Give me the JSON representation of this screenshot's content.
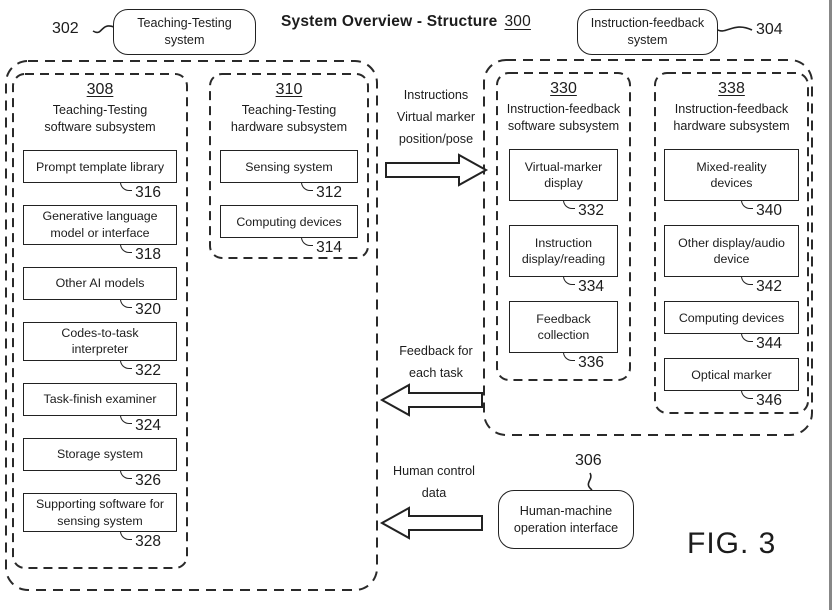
{
  "title": {
    "main": "System Overview - Structure",
    "ref": "300"
  },
  "fig_label": "FIG. 3",
  "colors": {
    "ink": "#1c1c1c",
    "box_border": "#222222",
    "page_edge": "#878787",
    "background": "#ffffff"
  },
  "callouts": {
    "teaching_testing_system": {
      "ref": "302",
      "lines": [
        "Teaching-Testing",
        "system"
      ]
    },
    "instruction_feedback_system": {
      "ref": "304",
      "lines": [
        "Instruction-feedback",
        "system"
      ]
    },
    "human_machine_interface": {
      "ref": "306",
      "lines": [
        "Human-machine",
        "operation interface"
      ]
    }
  },
  "groups": [
    {
      "ref": "308",
      "title_lines": [
        "Teaching-Testing",
        "software subsystem"
      ],
      "items": [
        {
          "ref": "316",
          "lines": [
            "Prompt template library"
          ]
        },
        {
          "ref": "318",
          "lines": [
            "Generative language",
            "model or interface"
          ]
        },
        {
          "ref": "320",
          "lines": [
            "Other AI models"
          ]
        },
        {
          "ref": "322",
          "lines": [
            "Codes-to-task",
            "interpreter"
          ]
        },
        {
          "ref": "324",
          "lines": [
            "Task-finish examiner"
          ]
        },
        {
          "ref": "326",
          "lines": [
            "Storage system"
          ]
        },
        {
          "ref": "328",
          "lines": [
            "Supporting software for",
            "sensing system"
          ]
        }
      ]
    },
    {
      "ref": "310",
      "title_lines": [
        "Teaching-Testing",
        "hardware subsystem"
      ],
      "items": [
        {
          "ref": "312",
          "lines": [
            "Sensing system"
          ]
        },
        {
          "ref": "314",
          "lines": [
            "Computing devices"
          ]
        }
      ]
    },
    {
      "ref": "330",
      "title_lines": [
        "Instruction-feedback",
        "software subsystem"
      ],
      "items": [
        {
          "ref": "332",
          "lines": [
            "Virtual-marker",
            "display"
          ]
        },
        {
          "ref": "334",
          "lines": [
            "Instruction",
            "display/reading"
          ]
        },
        {
          "ref": "336",
          "lines": [
            "Feedback",
            "collection"
          ]
        }
      ]
    },
    {
      "ref": "338",
      "title_lines": [
        "Instruction-feedback",
        "hardware subsystem"
      ],
      "items": [
        {
          "ref": "340",
          "lines": [
            "Mixed-reality",
            "devices"
          ]
        },
        {
          "ref": "342",
          "lines": [
            "Other display/audio",
            "device"
          ]
        },
        {
          "ref": "344",
          "lines": [
            "Computing devices"
          ]
        },
        {
          "ref": "346",
          "lines": [
            "Optical marker"
          ]
        }
      ]
    }
  ],
  "arrows": [
    {
      "direction": "right",
      "lines": [
        "Instructions",
        "Virtual marker",
        "position/pose"
      ]
    },
    {
      "direction": "left",
      "lines": [
        "Feedback for",
        "each task"
      ]
    },
    {
      "direction": "left",
      "lines": [
        "Human control",
        "data"
      ]
    }
  ]
}
